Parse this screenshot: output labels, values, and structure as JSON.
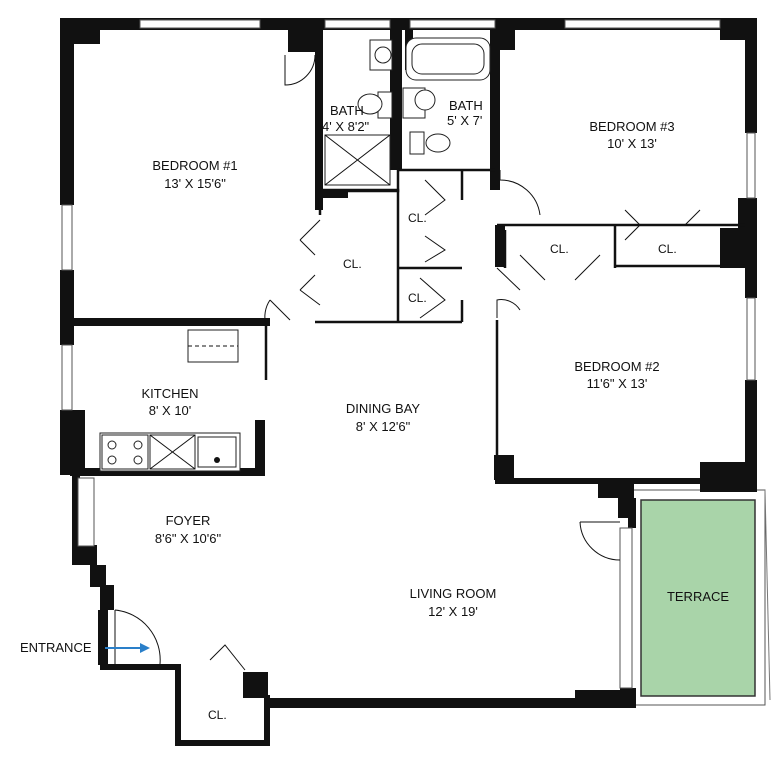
{
  "rooms": {
    "bedroom1": {
      "name": "BEDROOM #1",
      "dims": "13' X 15'6\""
    },
    "bath1": {
      "name": "BATH",
      "dims": "4' X 8'2\""
    },
    "bath2": {
      "name": "BATH",
      "dims": "5' X 7'"
    },
    "bedroom3": {
      "name": "BEDROOM #3",
      "dims": "10' X 13'"
    },
    "bedroom2": {
      "name": "BEDROOM #2",
      "dims": "11'6\" X 13'"
    },
    "kitchen": {
      "name": "KITCHEN",
      "dims": "8' X 10'"
    },
    "dining": {
      "name": "DINING BAY",
      "dims": "8' X 12'6\""
    },
    "foyer": {
      "name": "FOYER",
      "dims": "8'6\" X 10'6\""
    },
    "living": {
      "name": "LIVING ROOM",
      "dims": "12' X 19'"
    },
    "terrace": {
      "name": "TERRACE"
    }
  },
  "closets": {
    "label": "CL."
  },
  "entrance": {
    "label": "ENTRANCE"
  },
  "colors": {
    "terrace_fill": "#a9d4a9",
    "arrow": "#2a7fc9",
    "wall": "#111111"
  }
}
